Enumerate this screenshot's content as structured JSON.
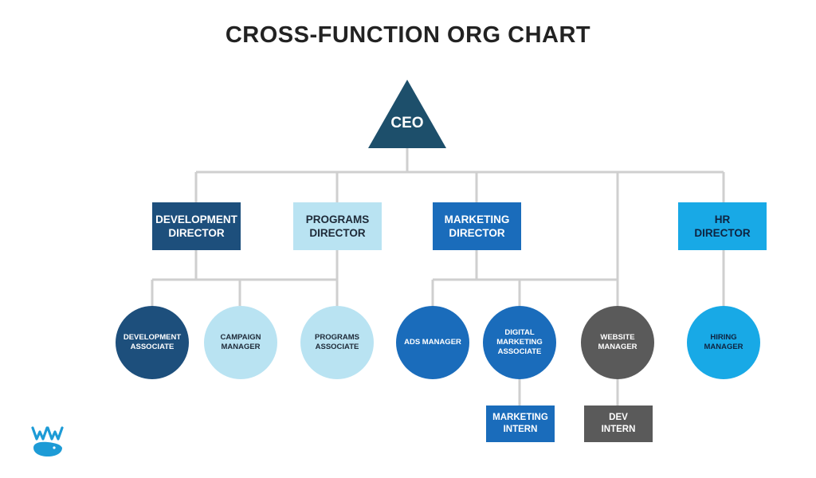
{
  "title": "CROSS-FUNCTION ORG CHART",
  "ceo": {
    "label": "CEO",
    "color": "#1d4f6b"
  },
  "directors": [
    {
      "label": "DEVELOPMENT\nDIRECTOR",
      "color": "#1d4f7c",
      "text_color": "#ffffff"
    },
    {
      "label": "PROGRAMS\nDIRECTOR",
      "color": "#b9e3f2",
      "text_color": "#1e2a38"
    },
    {
      "label": "MARKETING\nDIRECTOR",
      "color": "#1a6cbb",
      "text_color": "#ffffff"
    },
    {
      "label": "HR\nDIRECTOR",
      "color": "#18a9e6",
      "text_color": "#0e2340"
    }
  ],
  "roles": [
    {
      "label": "DEVELOPMENT\nASSOCIATE",
      "color": "#1d4f7c",
      "text_color": "#ffffff"
    },
    {
      "label": "CAMPAIGN\nMANAGER",
      "color": "#b9e3f2",
      "text_color": "#1e2a38"
    },
    {
      "label": "PROGRAMS\nASSOCIATE",
      "color": "#b9e3f2",
      "text_color": "#1e2a38"
    },
    {
      "label": "ADS MANAGER",
      "color": "#1a6cbb",
      "text_color": "#ffffff"
    },
    {
      "label": "DIGITAL\nMARKETING\nASSOCIATE",
      "color": "#1a6cbb",
      "text_color": "#ffffff"
    },
    {
      "label": "WEBSITE\nMANAGER",
      "color": "#5a5a5a",
      "text_color": "#ffffff"
    },
    {
      "label": "HIRING\nMANAGER",
      "color": "#18a9e6",
      "text_color": "#0e2340"
    }
  ],
  "interns": [
    {
      "label": "MARKETING\nINTERN",
      "color": "#1a6cbb"
    },
    {
      "label": "DEV\nINTERN",
      "color": "#5a5a5a"
    }
  ],
  "connector_color": "#cfcfcf",
  "logo": {
    "text": "WW",
    "color": "#1d9bd6"
  }
}
